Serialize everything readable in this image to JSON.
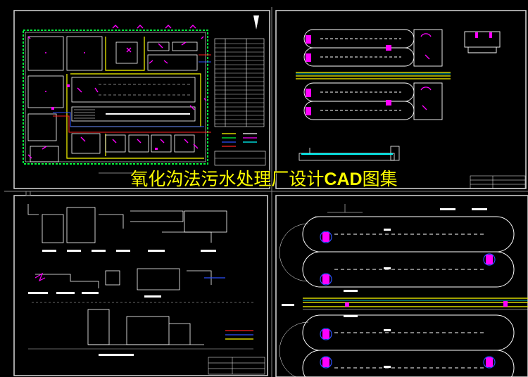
{
  "banner": {
    "title_cn_1": "氧化沟法污水处理厂设计",
    "title_latin": "CAD",
    "title_cn_2": "图集"
  },
  "colors": {
    "background": "#000000",
    "frame": "#d8d8d8",
    "line": "#ffffff",
    "green": "#00ff3c",
    "yellow": "#ffff00",
    "magenta": "#ff00ff",
    "blue": "#2c50ff",
    "red": "#ff2020",
    "cyan": "#00ffff",
    "banner_text": "#ffff00"
  },
  "sheets": [
    {
      "name": "site-plan-sheet",
      "content": "site layout plan"
    },
    {
      "name": "oxidation-ditch-plan-sheet",
      "content": "oxidation ditch plan"
    },
    {
      "name": "process-profile-sheet",
      "content": "process elevation profile"
    },
    {
      "name": "oxidation-ditch-detail-sheet",
      "content": "oxidation ditch enlarged plan"
    }
  ]
}
